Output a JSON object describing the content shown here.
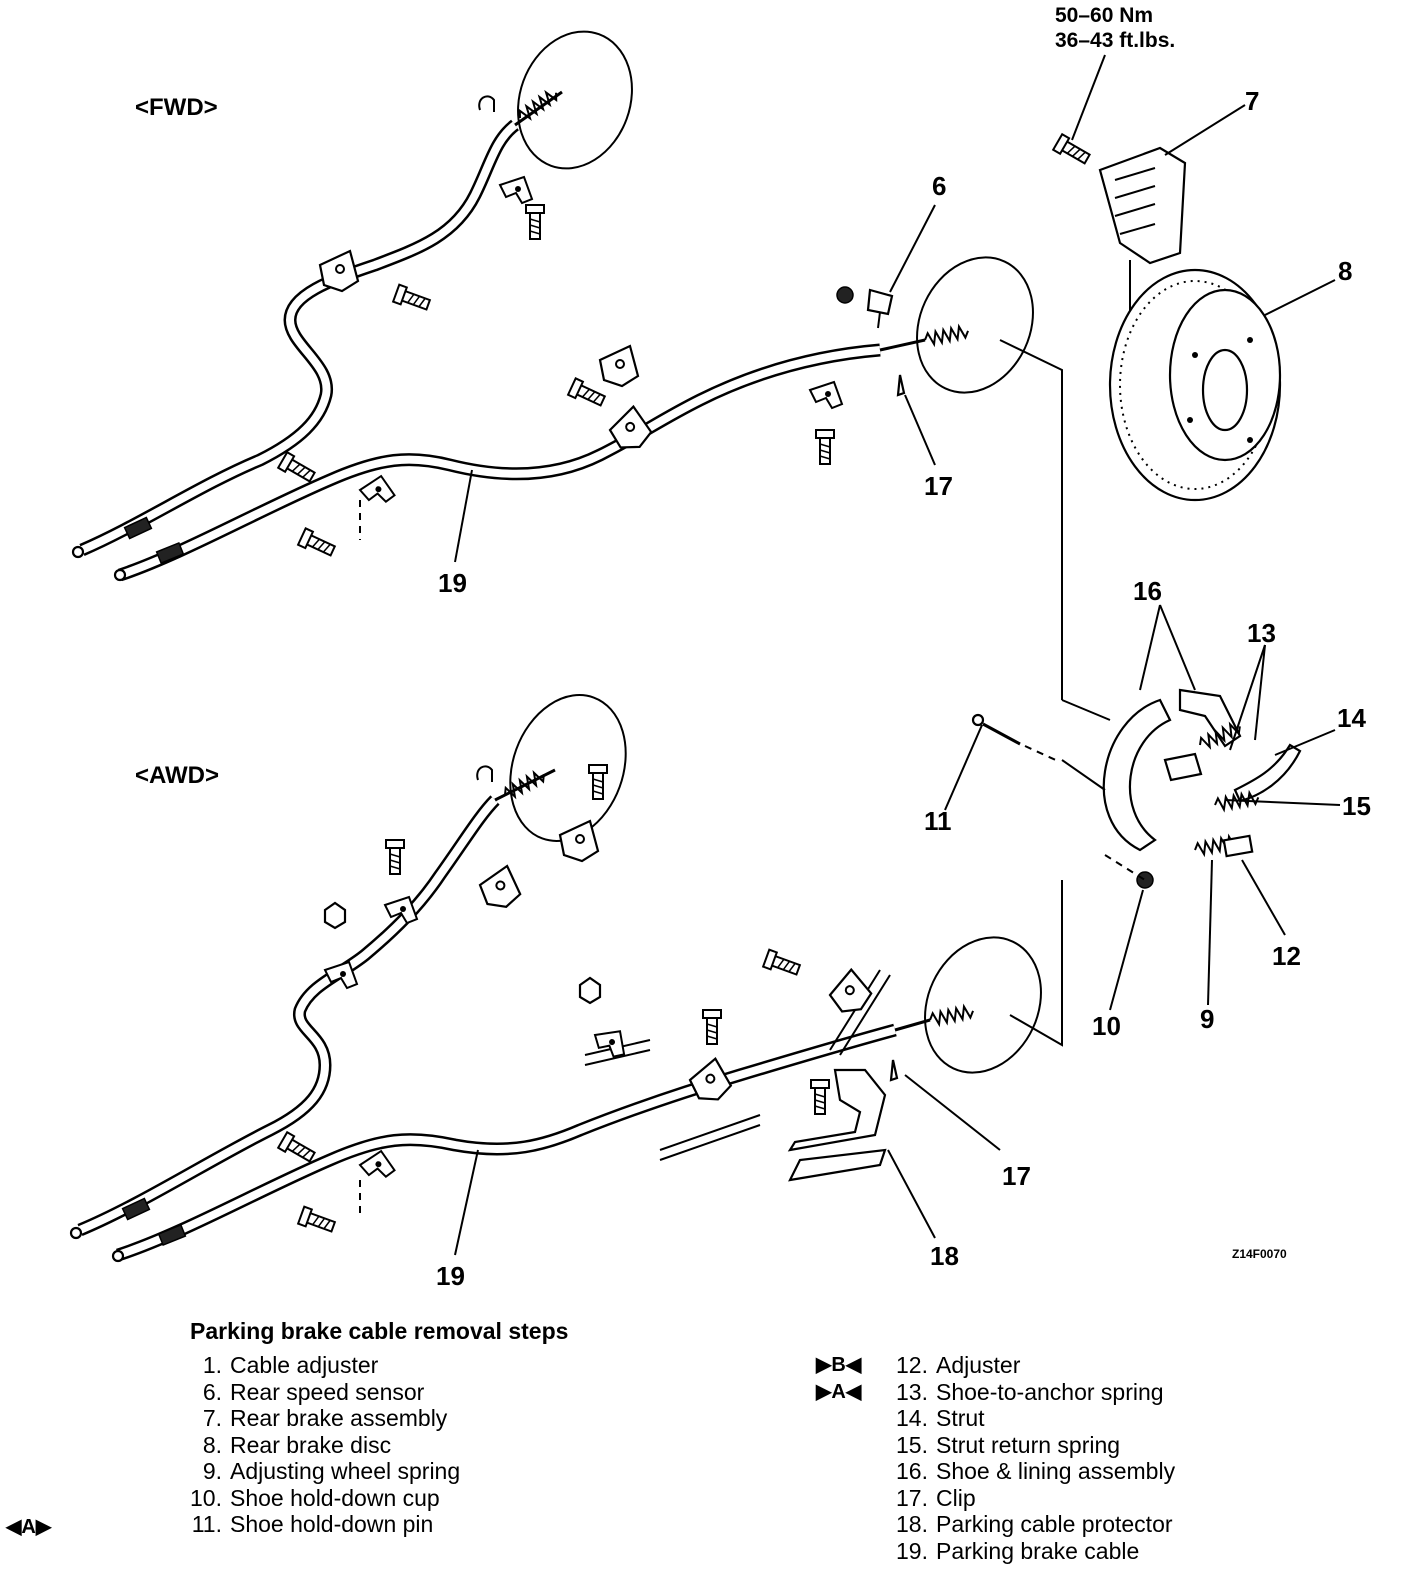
{
  "diagram": {
    "variants": {
      "fwd": "<FWD>",
      "awd": "<AWD>"
    },
    "torque": {
      "metric": "50–60 Nm",
      "imperial": "36–43 ft.lbs."
    },
    "figure_code": "Z14F0070",
    "callouts": {
      "c6": "6",
      "c7": "7",
      "c8": "8",
      "c9": "9",
      "c10": "10",
      "c11": "11",
      "c12": "12",
      "c13": "13",
      "c14": "14",
      "c15": "15",
      "c16": "16",
      "c17_fwd": "17",
      "c17_awd": "17",
      "c18": "18",
      "c19_fwd": "19",
      "c19_awd": "19"
    }
  },
  "legend": {
    "title": "Parking brake cable removal steps",
    "left": [
      {
        "marker": "",
        "num": "1.",
        "label": "Cable adjuster"
      },
      {
        "marker": "",
        "num": "6.",
        "label": "Rear speed sensor"
      },
      {
        "marker": "",
        "num": "7.",
        "label": "Rear brake assembly"
      },
      {
        "marker": "",
        "num": "8.",
        "label": "Rear brake disc"
      },
      {
        "marker": "",
        "num": "9.",
        "label": "Adjusting wheel spring"
      },
      {
        "marker": "",
        "num": "10.",
        "label": "Shoe hold-down cup"
      },
      {
        "marker": "",
        "num": "11.",
        "label": "Shoe hold-down pin"
      }
    ],
    "right": [
      {
        "marker": "▶B◀",
        "num": "12.",
        "label": "Adjuster"
      },
      {
        "marker": "▶A◀",
        "num": "13.",
        "label": "Shoe-to-anchor spring"
      },
      {
        "marker": "",
        "num": "14.",
        "label": "Strut"
      },
      {
        "marker": "",
        "num": "15.",
        "label": "Strut return spring"
      },
      {
        "marker": "",
        "num": "16.",
        "label": "Shoe & lining assembly"
      },
      {
        "marker": "",
        "num": "17.",
        "label": "Clip"
      },
      {
        "marker": "",
        "num": "18.",
        "label": "Parking cable protector"
      },
      {
        "marker": "",
        "num": "19.",
        "label": "Parking brake cable"
      }
    ],
    "corner_marker": "◀A▶"
  }
}
